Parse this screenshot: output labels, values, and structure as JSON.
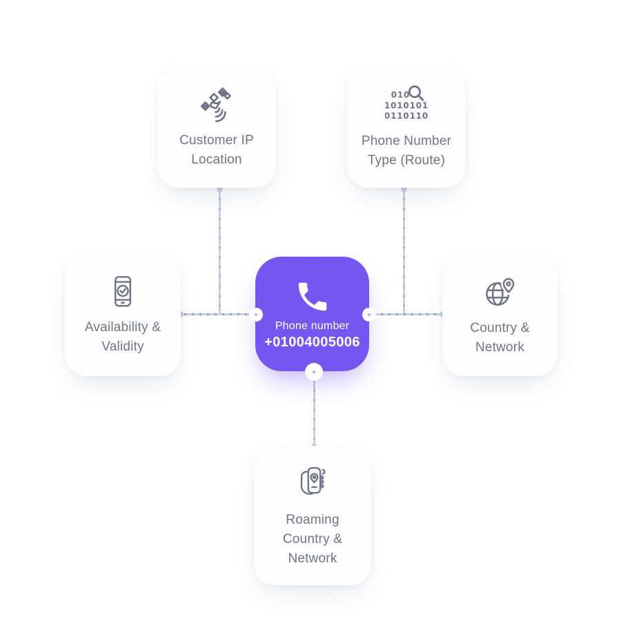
{
  "colors": {
    "accent_purple": "#7456F1",
    "card_background": "#FDFDFE",
    "label_text": "#6F7587",
    "icon_stroke": "#6E7486",
    "connector_line": "#CBD0DC",
    "flow_dot": "#8099E2"
  },
  "center_card": {
    "icon": "phone-handset-icon",
    "title": "Phone number",
    "number": "+01004005006"
  },
  "nodes": {
    "customer_ip_location": {
      "icon": "satellite-icon",
      "lines": [
        "Customer IP",
        "Location"
      ]
    },
    "phone_number_type": {
      "icon": "binary-search-icon",
      "binary_rows": [
        "010",
        "1010101",
        "0110110"
      ],
      "lines": [
        "Phone Number",
        "Type (Route)"
      ]
    },
    "availability_validity": {
      "icon": "phone-check-icon",
      "lines": [
        "Availability &",
        "Validity"
      ]
    },
    "country_network": {
      "icon": "globe-pin-icon",
      "lines": [
        "Country &",
        "Network"
      ]
    },
    "roaming_country_network": {
      "icon": "roaming-phone-icon",
      "lines": [
        "Roaming",
        "Country &",
        "Network"
      ]
    }
  }
}
